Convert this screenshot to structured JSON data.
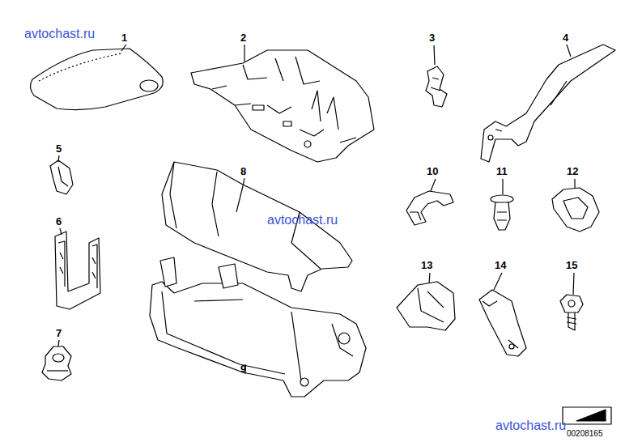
{
  "diagram": {
    "labels": [
      "avtochast.ru",
      "1",
      "2",
      "3",
      "4",
      "5",
      "8",
      "10",
      "11",
      "12",
      "avtochast.ru",
      "6",
      "13",
      "14",
      "15",
      "7",
      "9",
      "avtochast.ru",
      "00208165"
    ]
  }
}
